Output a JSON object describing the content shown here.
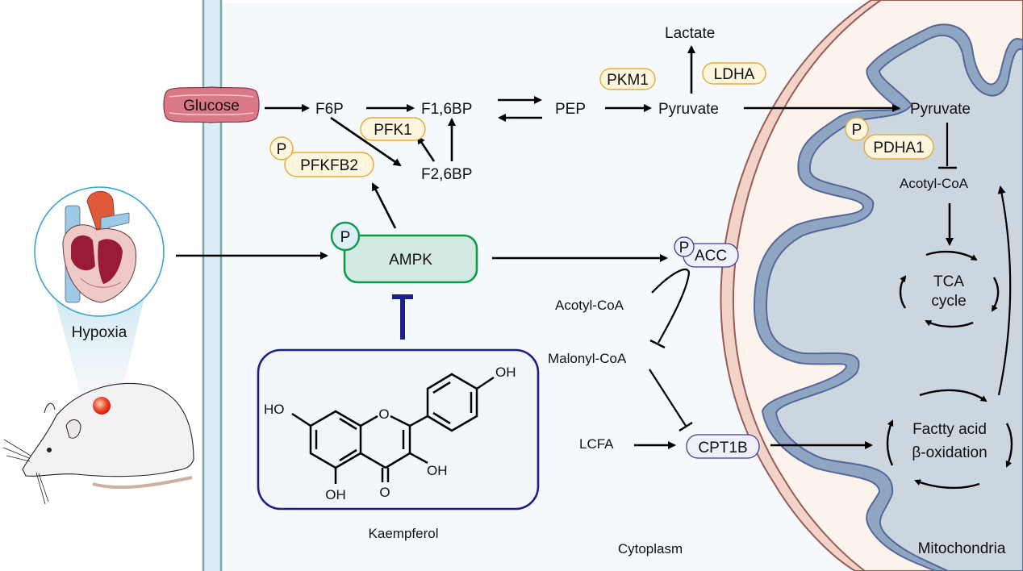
{
  "compartments": {
    "cytoplasm": "Cytoplasm",
    "mitochondria": "Mitochondria"
  },
  "inputs": {
    "stimulus": "Hypoxia",
    "compound": "Kaempferol"
  },
  "glycolysis": {
    "glucose": "Glucose",
    "f6p": "F6P",
    "f16bp": "F1,6BP",
    "f26bp": "F2,6BP",
    "pep": "PEP",
    "pyruvate": "Pyruvate",
    "lactate": "Lactate"
  },
  "enzymes": {
    "pfk1": "PFK1",
    "pfkfb2": "PFKFB2",
    "pkm1": "PKM1",
    "ldha": "LDHA",
    "pdha1": "PDHA1",
    "acc": "ACC",
    "cpt1b": "CPT1B",
    "ampk": "AMPK"
  },
  "phospho": {
    "symbol": "P"
  },
  "lipid": {
    "acetyl_coa": "Acotyl-CoA",
    "malonyl_coa": "Malonyl-CoA",
    "lcfa": "LCFA"
  },
  "mito": {
    "pyruvate": "Pyruvate",
    "acetyl_coa": "Acotyl-CoA",
    "tca_line1": "TCA",
    "tca_line2": "cycle",
    "fao_line1": "Factty acid",
    "fao_line2": "β-oxidation"
  },
  "structure": {
    "oh_top": "OH",
    "ho_left": "HO",
    "ring_o": "O",
    "oh_right": "OH",
    "oh_bottom": "OH",
    "carbonyl_o": "O"
  },
  "colors": {
    "membrane_fill": "#dbeef7",
    "membrane_edge": "#7aa8a8",
    "cytoplasm_bg": "#f5f9fb",
    "enzyme_fill": "#fcf6dc",
    "enzyme_edge": "#e8a83a",
    "ampk_fill": "#d2e9e3",
    "ampk_edge": "#0e9a48",
    "inhibitor": "#1c1f8a",
    "acc_fill": "#eef1fb",
    "acc_edge": "#3a3f9a",
    "mito_outer": "#f1d3c8",
    "mito_outer_edge": "#9a5a56",
    "mito_intermembrane": "#fcf4ec",
    "mito_inner": "#8fa6c2",
    "mito_inner_edge": "#56679a",
    "mito_matrix": "#cbd6de"
  }
}
